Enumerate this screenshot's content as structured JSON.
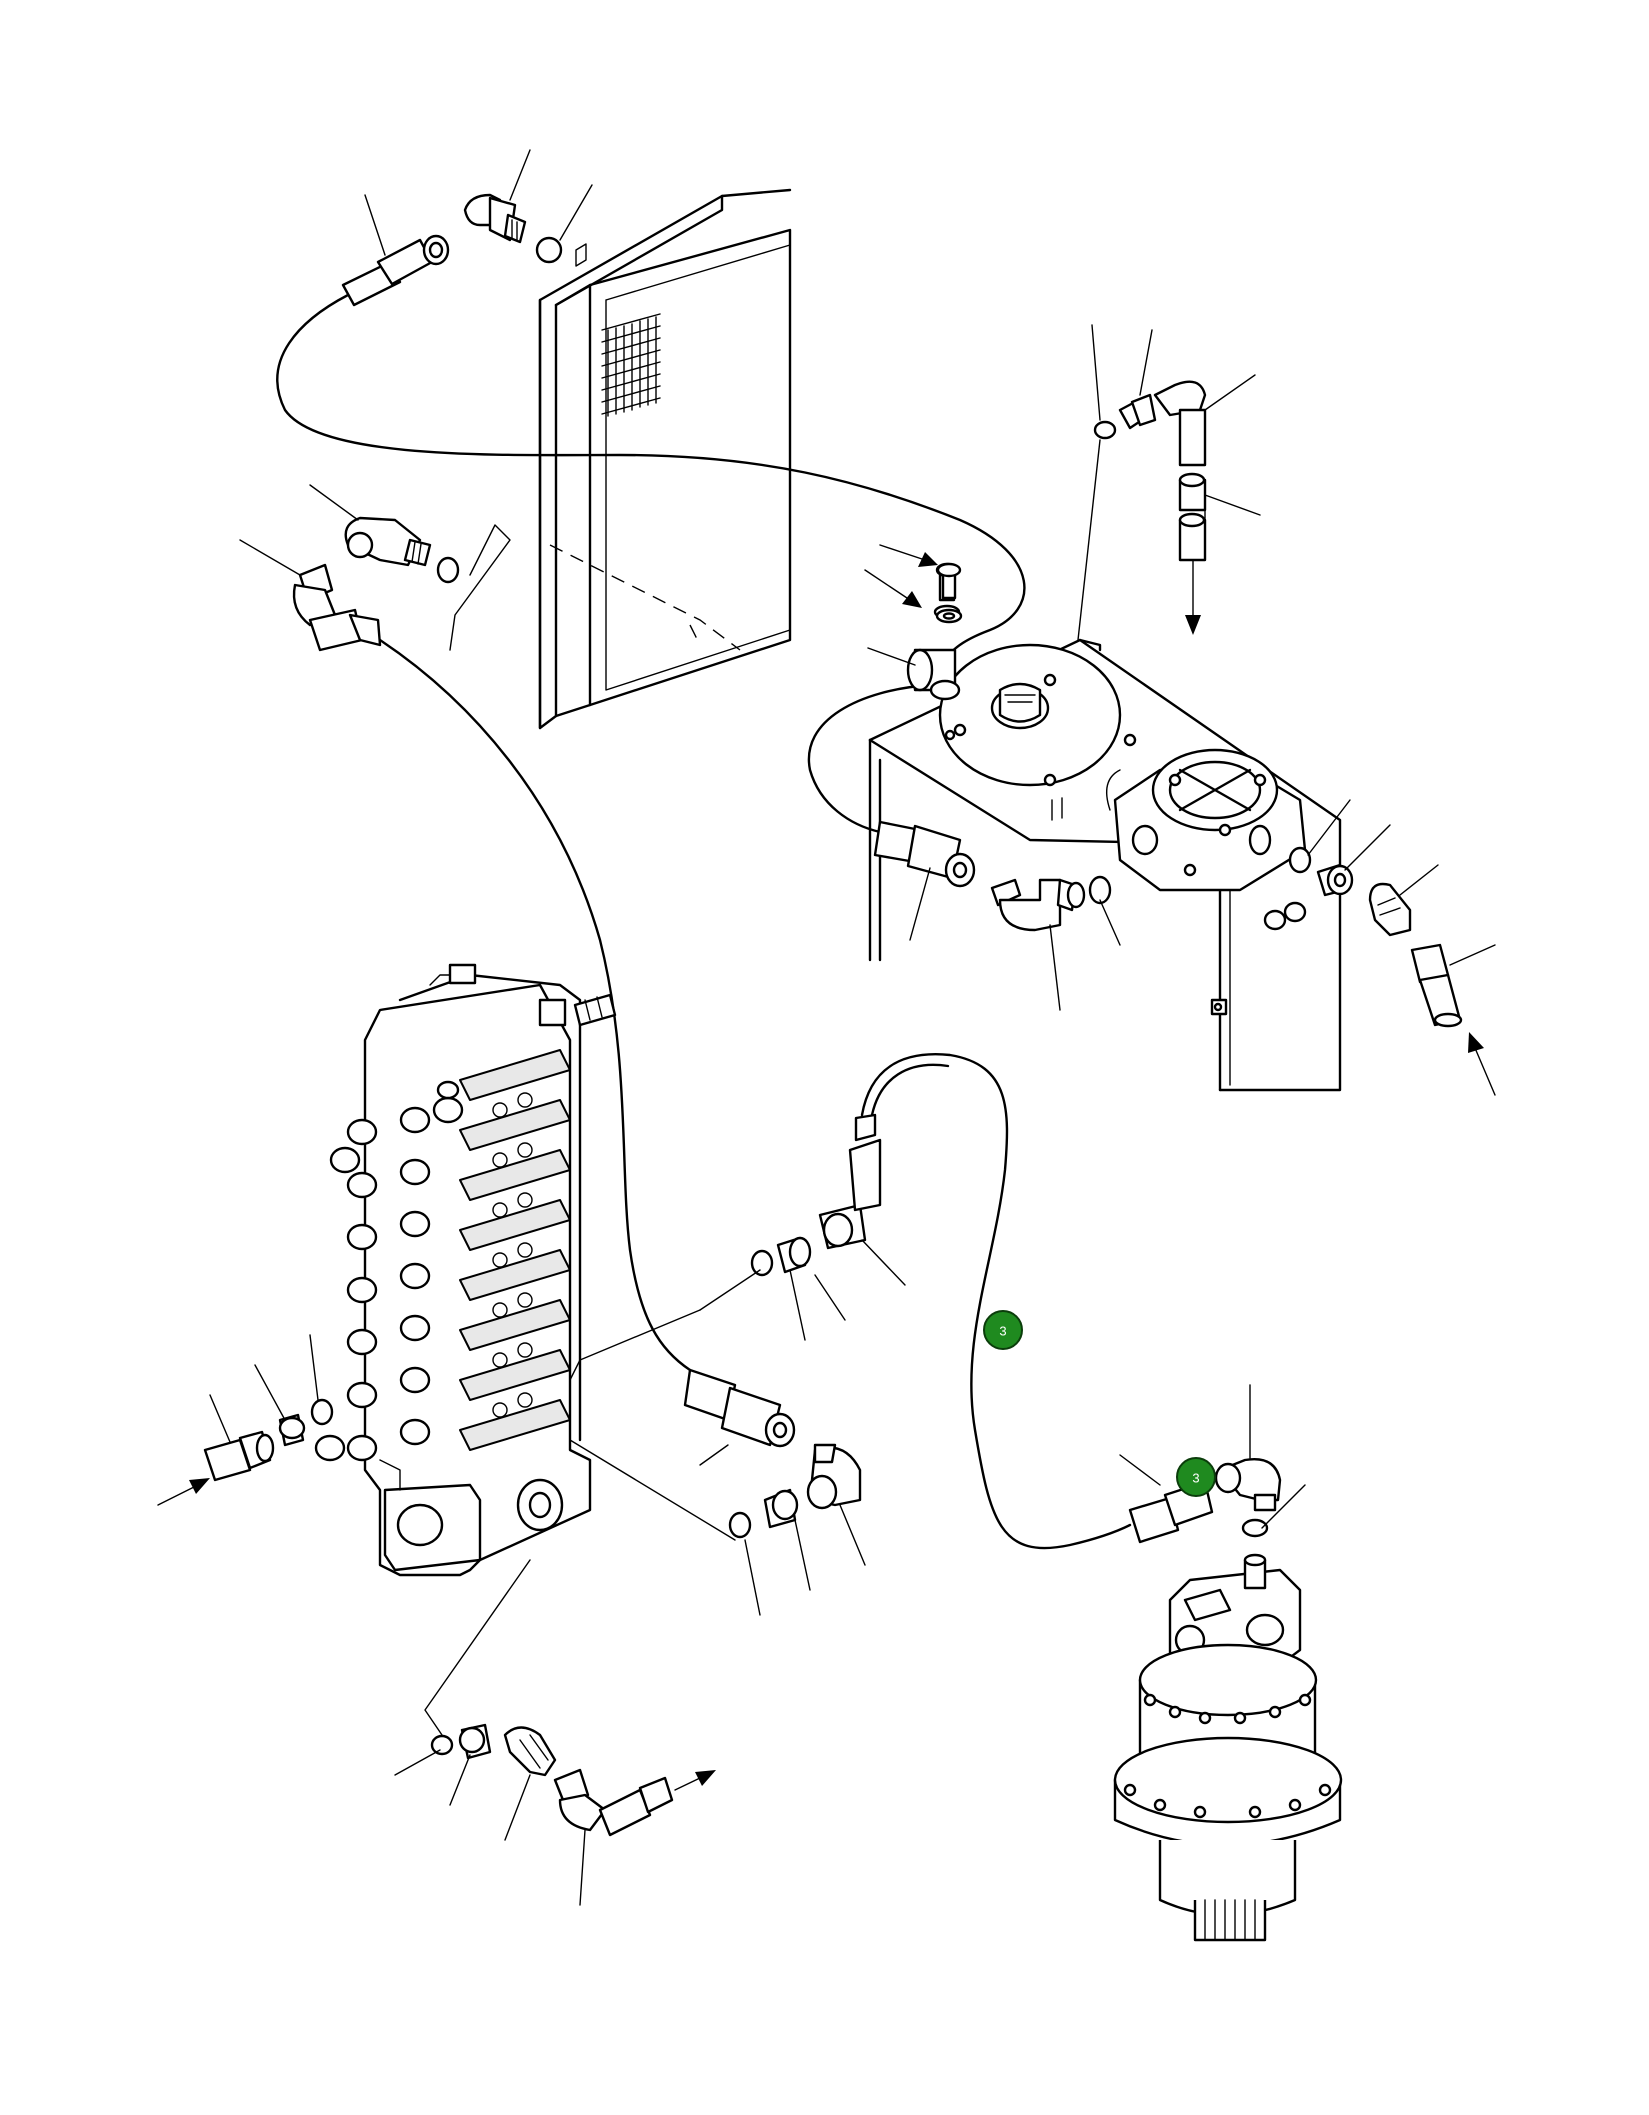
{
  "callouts": [
    {
      "id": "hose-reference-upper",
      "label": "3"
    },
    {
      "id": "hose-reference-lower",
      "label": "3"
    }
  ],
  "colors": {
    "callout_fill": "#1f8a1f",
    "callout_stroke": "#0b3d0b",
    "line": "#000000",
    "background": "#ffffff"
  }
}
